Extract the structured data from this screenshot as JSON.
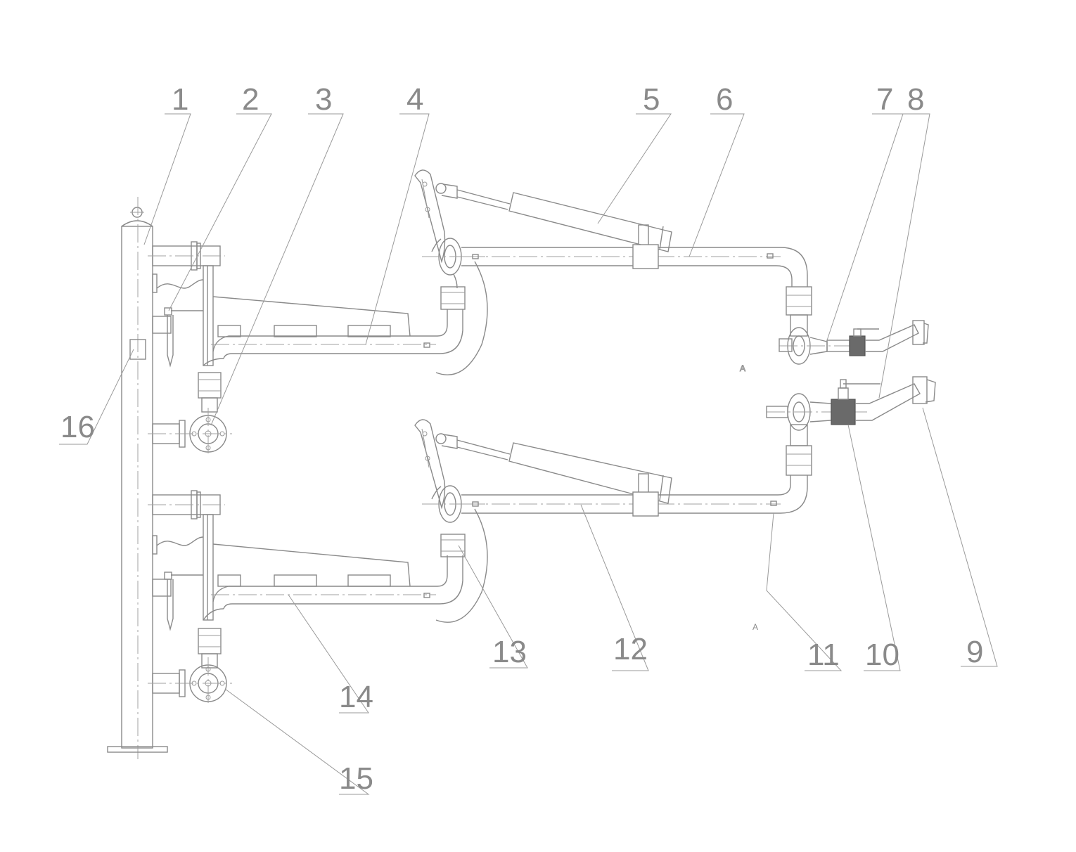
{
  "callouts": [
    {
      "id": "1",
      "text": "1"
    },
    {
      "id": "2",
      "text": "2"
    },
    {
      "id": "3",
      "text": "3"
    },
    {
      "id": "4",
      "text": "4"
    },
    {
      "id": "5",
      "text": "5"
    },
    {
      "id": "6",
      "text": "6"
    },
    {
      "id": "7",
      "text": "7"
    },
    {
      "id": "8",
      "text": "8"
    },
    {
      "id": "9",
      "text": "9"
    },
    {
      "id": "10",
      "text": "10"
    },
    {
      "id": "11",
      "text": "11"
    },
    {
      "id": "12",
      "text": "12"
    },
    {
      "id": "13",
      "text": "13"
    },
    {
      "id": "14",
      "text": "14"
    },
    {
      "id": "15",
      "text": "15"
    },
    {
      "id": "16",
      "text": "16"
    }
  ],
  "section_marks": [
    "A",
    "A"
  ],
  "colors": {
    "line": "#8a8a8a",
    "valve_body": "#6a6a6a",
    "background": "#ffffff"
  }
}
